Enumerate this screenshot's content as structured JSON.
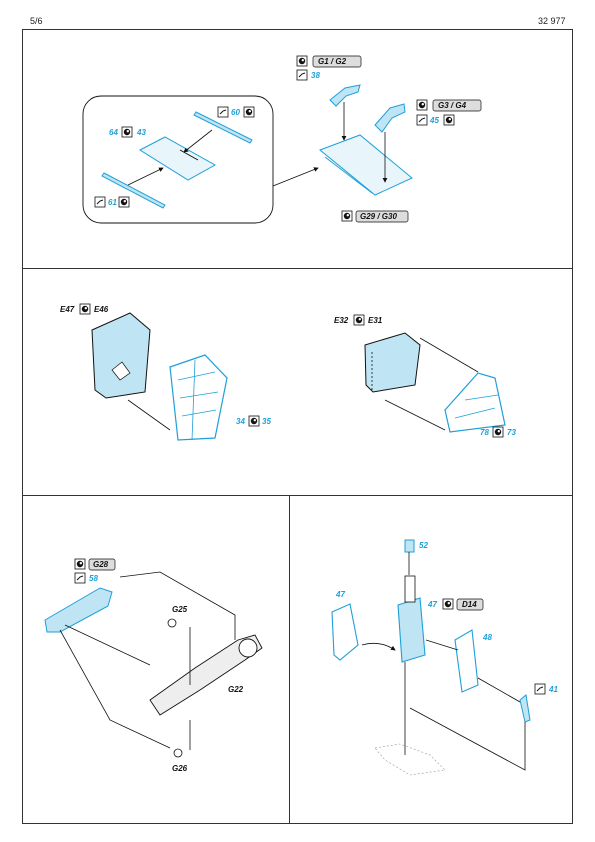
{
  "header": {
    "page": "5/6",
    "code": "32 977"
  },
  "colors": {
    "accent": "#1ea0d8",
    "line": "#222222",
    "part_fill": "#bfe4f3"
  },
  "section1": {
    "labels": {
      "g1g2": "G1 / G2",
      "n38": "38",
      "g3g4": "G3 / G4",
      "n45": "45",
      "g29g30": "G29 / G30",
      "n60": "60",
      "n64": "64",
      "n43": "43",
      "n61": "61"
    }
  },
  "section2": {
    "labels": {
      "e47": "E47",
      "e46": "E46",
      "n34": "34",
      "n35": "35",
      "e32": "E32",
      "e31": "E31",
      "n78": "78",
      "n73": "73"
    }
  },
  "section3": {
    "labels": {
      "g28": "G28",
      "n58": "58",
      "g25": "G25",
      "g22": "G22",
      "g26": "G26"
    }
  },
  "section4": {
    "labels": {
      "n52": "52",
      "n47a": "47",
      "n47b": "47",
      "d14": "D14",
      "n48": "48",
      "n41": "41"
    }
  },
  "icons": [
    "glue-icon",
    "remove-part-icon"
  ]
}
